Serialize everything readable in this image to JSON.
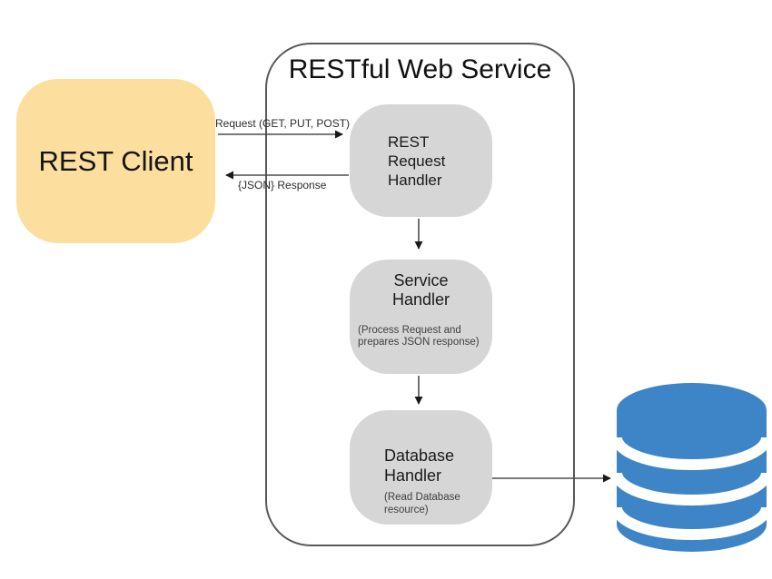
{
  "client": {
    "label": "REST Client"
  },
  "service": {
    "title": "RESTful Web Service",
    "nodes": [
      {
        "label": "REST\nRequest\nHandler"
      },
      {
        "label": "Service\nHandler",
        "note": "(Process Request and\nprepares JSON response)"
      },
      {
        "label": "Database\nHandler",
        "note": "(Read Database\nresource)"
      }
    ]
  },
  "arrows": {
    "request_label": "Request (GET, PUT, POST)",
    "response_label": "{JSON} Response"
  },
  "icons": {
    "database": "database-cylinder-icon"
  },
  "colors": {
    "client_fill": "#FCDF9E",
    "node_fill": "#D6D6D6",
    "db_blue": "#3D85C6",
    "border": "#595959",
    "arrow": "#4D4D4D",
    "note_text": "#404040"
  }
}
